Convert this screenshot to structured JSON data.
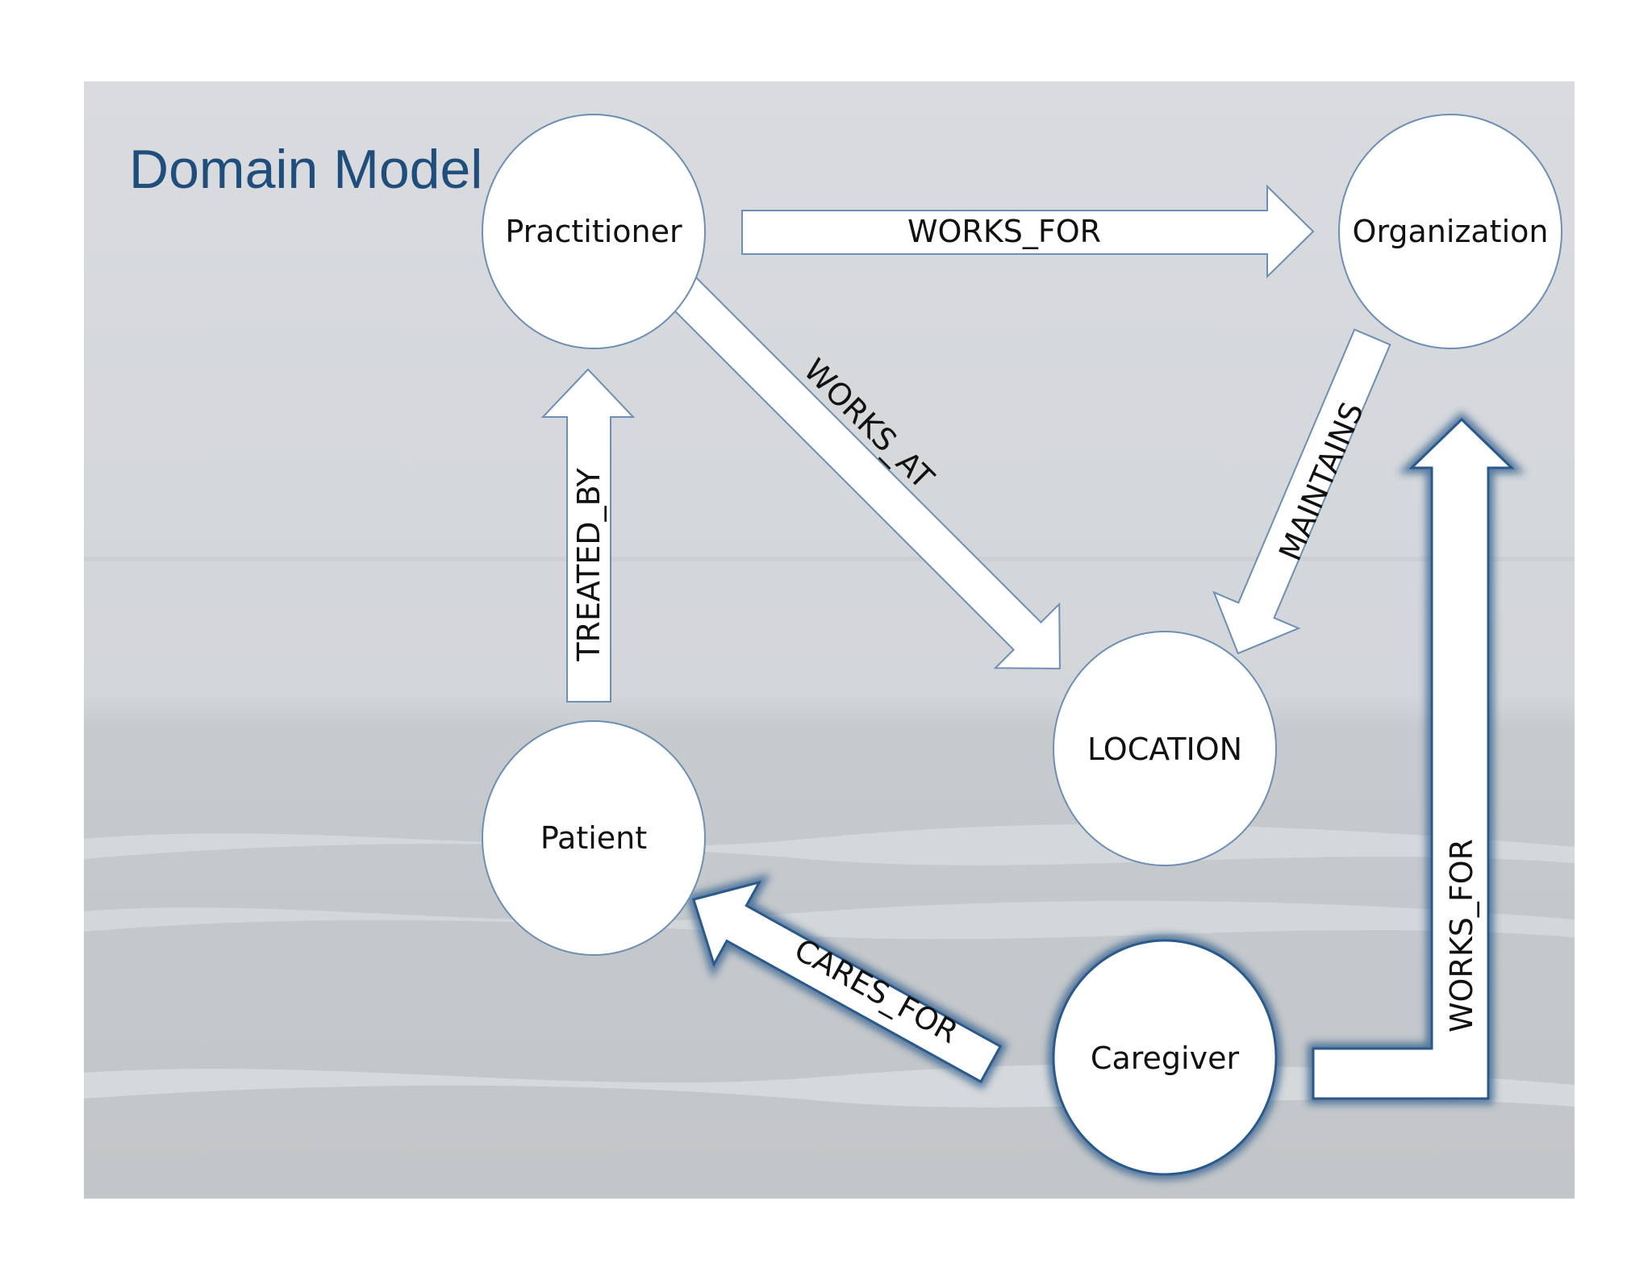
{
  "title": "Domain Model",
  "colors": {
    "title": "#1f4e7d",
    "outline": "#6d8fb5",
    "highlight": "#2a5a8c",
    "fill": "#ffffff"
  },
  "nodes": {
    "practitioner": {
      "label": "Practitioner"
    },
    "organization": {
      "label": "Organization"
    },
    "location": {
      "label": "LOCATION"
    },
    "patient": {
      "label": "Patient"
    },
    "caregiver": {
      "label": "Caregiver"
    }
  },
  "edges": {
    "practitioner_works_for_organization": {
      "label": "WORKS_FOR",
      "from": "Practitioner",
      "to": "Organization"
    },
    "practitioner_works_at_location": {
      "label": "WORKS_AT",
      "from": "Practitioner",
      "to": "LOCATION"
    },
    "organization_maintains_location": {
      "label": "MAINTAINS",
      "from": "Organization",
      "to": "LOCATION"
    },
    "patient_treated_by_practitioner": {
      "label": "TREATED_BY",
      "from": "Patient",
      "to": "Practitioner"
    },
    "caregiver_cares_for_patient": {
      "label": "CARES_FOR",
      "from": "Caregiver",
      "to": "Patient"
    },
    "caregiver_works_for_organization": {
      "label": "WORKS_FOR",
      "from": "Caregiver",
      "to": "Organization"
    }
  }
}
